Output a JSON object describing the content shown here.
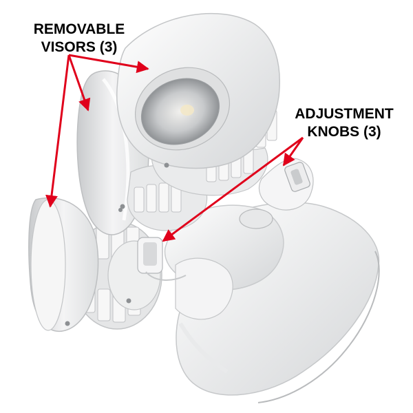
{
  "callouts": {
    "visors": {
      "line1": "REMOVABLE",
      "line2": "VISORS (3)"
    },
    "knobs": {
      "line1": "ADJUSTMENT",
      "line2": "KNOBS (3)"
    }
  },
  "colors": {
    "arrow": "#e0001b",
    "fixture": "#ffffff",
    "fixture_shade": "#d9dadb",
    "heatsink": "#eceded",
    "lens": "#a9acae"
  }
}
